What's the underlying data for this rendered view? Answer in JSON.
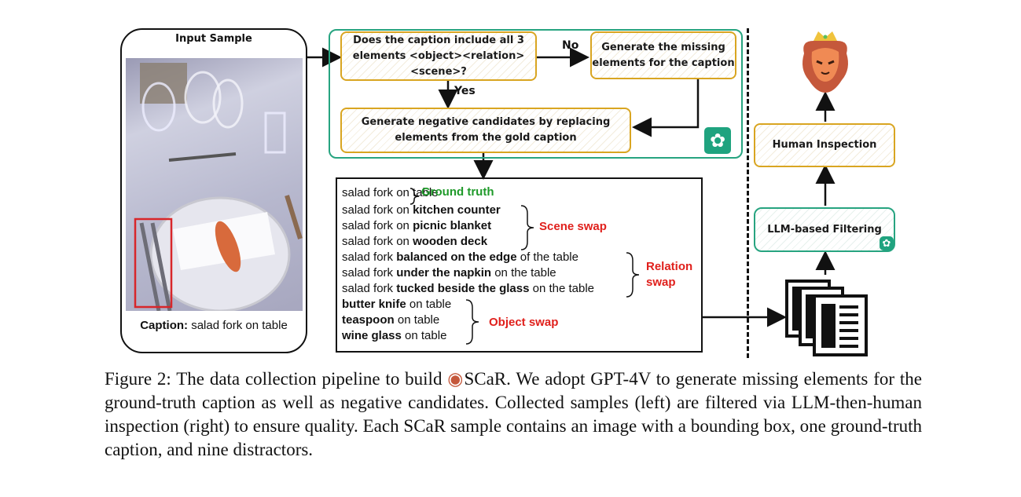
{
  "input_panel": {
    "title": "Input Sample",
    "caption_label": "Caption:",
    "caption_text": "salad fork on table",
    "image_description": "dinner table with wine glasses, plate with napkin, forks with red bounding box"
  },
  "generation_flow": {
    "question": "Does the caption include all 3 elements <object><relation><scene>?",
    "no_label": "No",
    "yes_label": "Yes",
    "generate_missing": "Generate the missing elements for the caption",
    "generate_negatives": "Generate negative candidates by replacing elements from the gold caption",
    "icon": "openai-logo-icon"
  },
  "candidates": {
    "ground_truth": {
      "label": "Ground truth",
      "items": [
        {
          "plain_pre": "salad fork on table",
          "bold": "",
          "plain_post": ""
        }
      ]
    },
    "scene_swap": {
      "label": "Scene swap",
      "items": [
        {
          "plain_pre": "salad fork on ",
          "bold": "kitchen counter",
          "plain_post": ""
        },
        {
          "plain_pre": "salad fork on ",
          "bold": "picnic blanket",
          "plain_post": ""
        },
        {
          "plain_pre": "salad fork on ",
          "bold": "wooden deck",
          "plain_post": ""
        }
      ]
    },
    "relation_swap": {
      "label_line1": "Relation",
      "label_line2": "swap",
      "items": [
        {
          "plain_pre": "salad fork ",
          "bold": "balanced on the edge",
          "plain_post": " of the table"
        },
        {
          "plain_pre": "salad fork ",
          "bold": "under the napkin",
          "plain_post": " on the table"
        },
        {
          "plain_pre": "salad fork ",
          "bold": "tucked beside the glass",
          "plain_post": " on the table"
        }
      ]
    },
    "object_swap": {
      "label": "Object swap",
      "items": [
        {
          "plain_pre": "",
          "bold": "butter knife",
          "plain_post": " on table"
        },
        {
          "plain_pre": "",
          "bold": "teaspoon",
          "plain_post": " on table"
        },
        {
          "plain_pre": "",
          "bold": "wine glass",
          "plain_post": " on table"
        }
      ]
    }
  },
  "filter_flow": {
    "llm_filter": "LLM-based Filtering",
    "human": "Human Inspection",
    "result_icon": "lion-mascot-icon",
    "docs_icon": "documents-stack-icon"
  },
  "colors": {
    "gold": "#d9a521",
    "teal": "#27a480",
    "ground_truth": "#1f9a2a",
    "swap": "#e0201c"
  },
  "figure_caption": {
    "lines": [
      "Figure 2: The data collection pipeline to build ",
      "SCaR. We adopt GPT-4V to generate missing elements for the ground-truth caption as well as negative candidates. Collected samples (left) are filtered via LLM-then-human inspection (right) to ensure quality. Each SCaR sample contains an image with a bounding box, one ground-truth caption, and nine distractors."
    ]
  }
}
